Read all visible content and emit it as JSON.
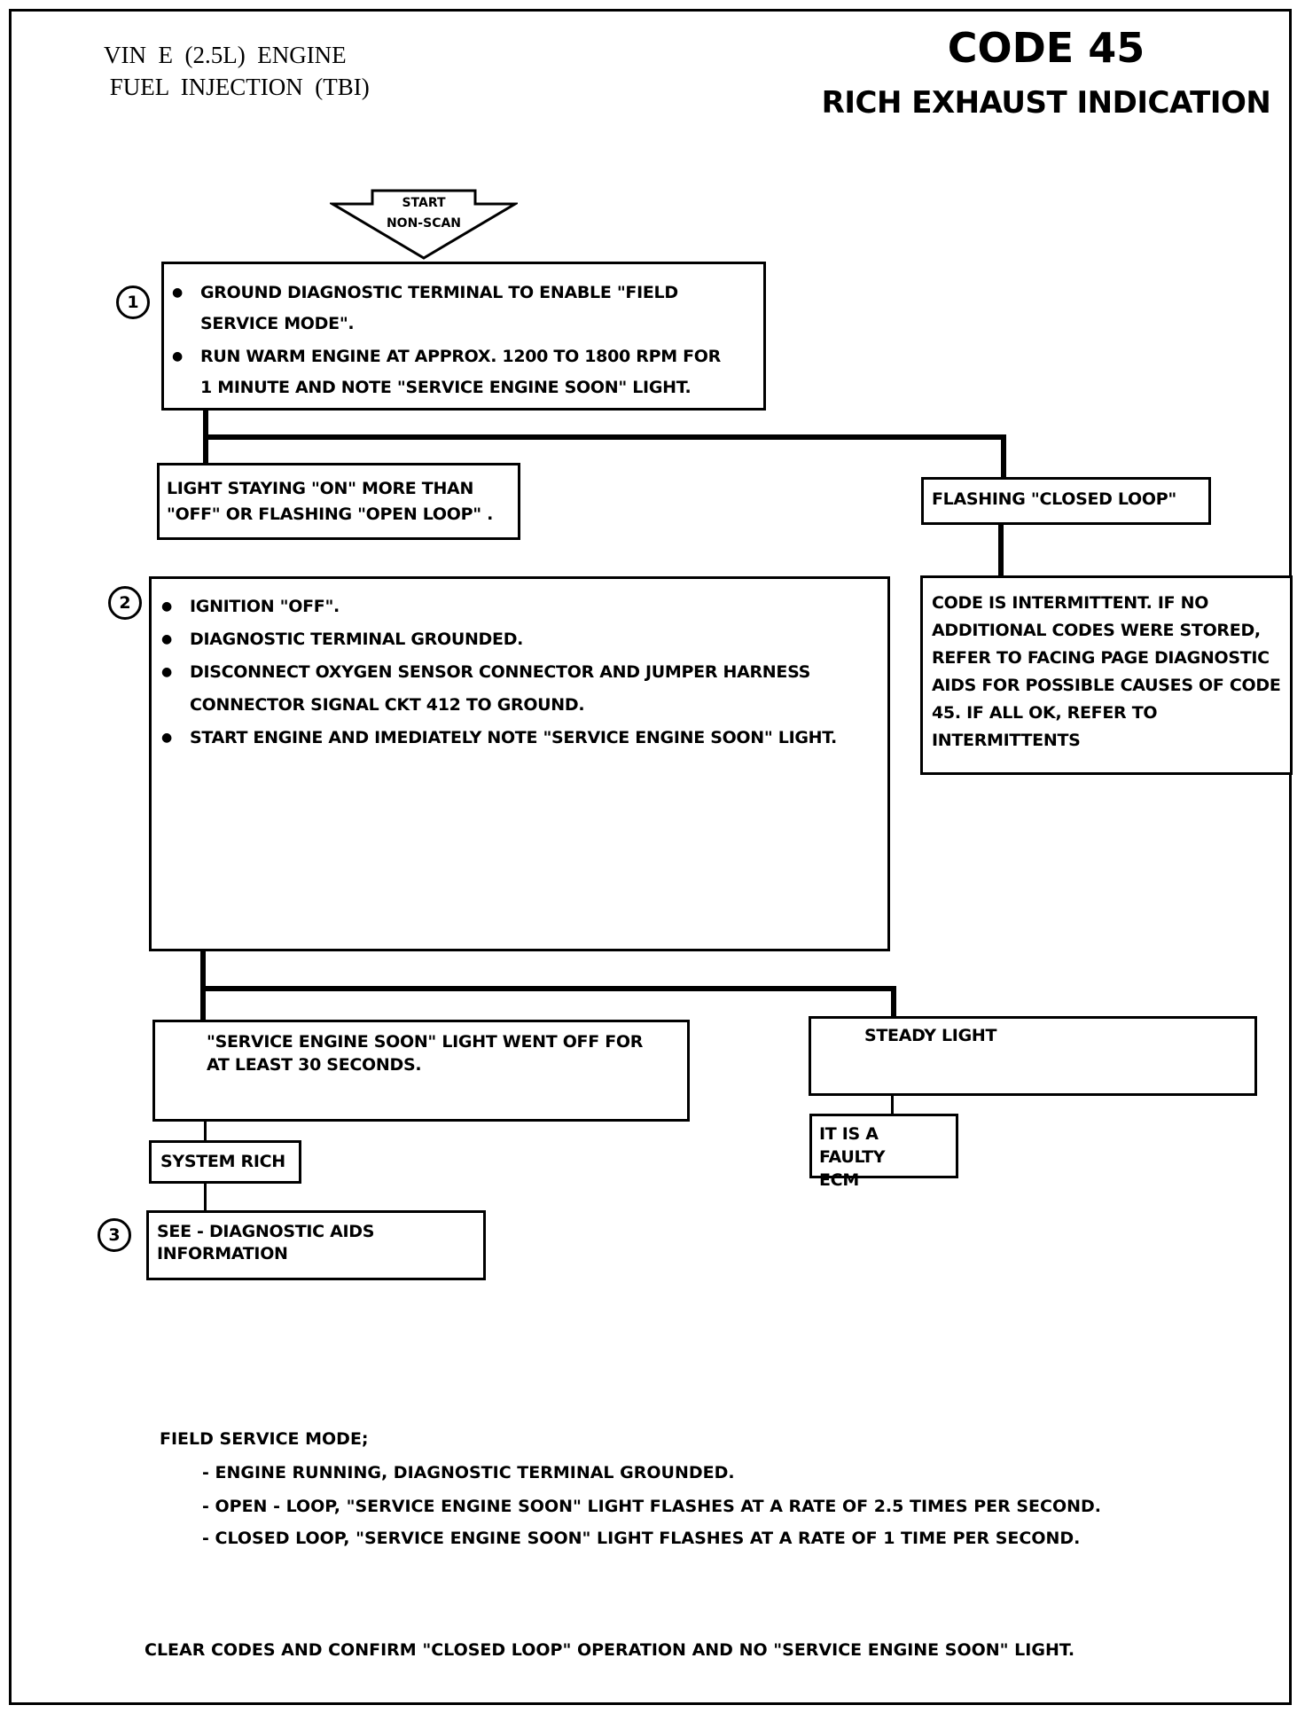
{
  "header": {
    "line1": "VIN  E  (2.5L)  ENGINE",
    "line2": " FUEL  INJECTION  (TBI)",
    "code": "CODE 45",
    "title": "RICH EXHAUST INDICATION"
  },
  "start": {
    "line1": "START",
    "line2": "NON-SCAN"
  },
  "step1": {
    "number": "1",
    "bullet1": "GROUND DIAGNOSTIC TERMINAL TO ENABLE \"FIELD SERVICE MODE\".",
    "bullet2": "RUN WARM ENGINE AT APPROX. 1200 TO 1800 RPM FOR 1 MINUTE AND NOTE \"SERVICE ENGINE SOON\" LIGHT."
  },
  "branch1": {
    "left": "LIGHT STAYING \"ON\" MORE THAN \"OFF\" OR FLASHING \"OPEN LOOP\" .",
    "right": "FLASHING \"CLOSED LOOP\""
  },
  "intermittent": {
    "text": "CODE IS INTERMITTENT. IF NO ADDITIONAL CODES WERE STORED, REFER TO FACING PAGE DIAGNOSTIC AIDS FOR POSSIBLE CAUSES OF CODE 45.  IF ALL OK, REFER TO INTERMITTENTS"
  },
  "step2": {
    "number": "2",
    "bullet1": "IGNITION \"OFF\".",
    "bullet2": "DIAGNOSTIC TERMINAL GROUNDED.",
    "bullet3": "DISCONNECT OXYGEN SENSOR CONNECTOR AND JUMPER HARNESS CONNECTOR SIGNAL CKT 412 TO GROUND.",
    "bullet4": "START ENGINE AND IMEDIATELY NOTE \"SERVICE ENGINE SOON\" LIGHT."
  },
  "branch2": {
    "left": "\"SERVICE ENGINE SOON\" LIGHT WENT OFF FOR AT LEAST 30 SECONDS.",
    "right": "STEADY LIGHT"
  },
  "system_rich": "SYSTEM RICH",
  "faulty_ecm": "IT IS A FAULTY ECM",
  "step3": {
    "number": "3",
    "text": "SEE - DIAGNOSTIC AIDS INFORMATION"
  },
  "field_service": {
    "heading": "FIELD SERVICE MODE;",
    "item1": "- ENGINE RUNNING, DIAGNOSTIC TERMINAL GROUNDED.",
    "item2": "- OPEN - LOOP, \"SERVICE ENGINE SOON\" LIGHT FLASHES AT A RATE OF 2.5 TIMES PER SECOND.",
    "item3": "- CLOSED LOOP, \"SERVICE ENGINE SOON\" LIGHT FLASHES AT A RATE OF 1 TIME PER SECOND."
  },
  "footer": "CLEAR CODES AND CONFIRM \"CLOSED LOOP\"  OPERATION AND NO \"SERVICE ENGINE SOON\" LIGHT."
}
